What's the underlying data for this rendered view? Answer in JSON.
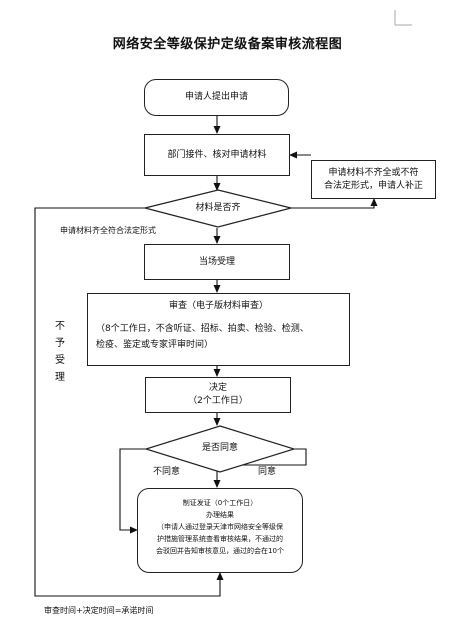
{
  "title": "网络安全等级保护定级备案审核流程图",
  "nodes": {
    "apply": "申请人提出申请",
    "receive": "部门接件、核对申请材料",
    "supplement_line1": "申请材料不齐全或不符",
    "supplement_line2": "合法定形式，申请人补正",
    "check_complete": "材料是否齐",
    "accept": "当场受理",
    "review_title": "审查（电子版材料审查）",
    "review_detail_line1": "（8个工作日，不含听证、招标、拍卖、检验、检测、",
    "review_detail_line2": "检疫、鉴定或专家评审时间）",
    "decide_line1": "决定",
    "decide_line2": "（2个工作日）",
    "agree_q": "是否同意",
    "certificate_line1": "制证发证（0个工作日）",
    "certificate_line2": "办理结果",
    "certificate_line3": "（申请人通过登录天津市网络安全等级保",
    "certificate_line4": "护措施管理系统查看审核结果，不通过的",
    "certificate_line5": "会驳回并告知审核意见，通过的会在10个"
  },
  "edge_labels": {
    "complete": "申请材料齐全符合法定形式",
    "reject": "不予受理",
    "disagree": "不同意",
    "agree": "同意"
  },
  "footer": "审查时间+决定时间=承诺时间"
}
